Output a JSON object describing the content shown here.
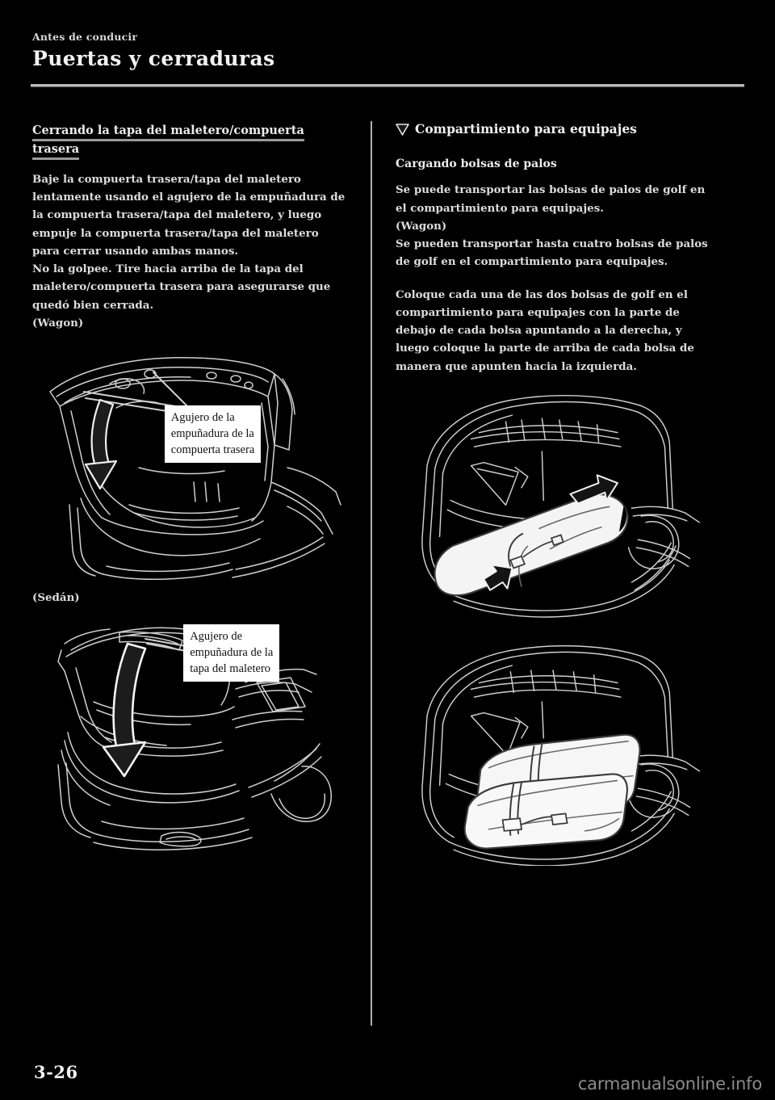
{
  "header": {
    "chapter_label": "Antes de conducir",
    "page_title": "Puertas y cerraduras"
  },
  "left_column": {
    "section_heading": "Cerrando la tapa del maletero/compuerta trasera",
    "body": "Baje la compuerta trasera/tapa del maletero lentamente usando el agujero de la empuñadura de la compuerta trasera/tapa del maletero, y luego empuje la compuerta trasera/tapa del maletero para cerrar usando ambas manos.\nNo la golpee. Tire hacia arriba de la tapa del maletero/compuerta trasera para asegurarse que quedó bien cerrada.",
    "variant_wagon": "(Wagon)",
    "figure_wagon": {
      "name": "wagon-tailgate-illustration",
      "callout": "Agujero de la\nempuñadura de la\ncompuerta trasera"
    },
    "variant_sedan": "(Sedán)",
    "figure_sedan": {
      "name": "sedan-trunk-illustration",
      "callout": "Agujero de\nempuñadura de la\ntapa del maletero"
    }
  },
  "right_column": {
    "section_heading": "Compartimiento para equipajes",
    "section_marker_icon": "triangle-down-icon",
    "sub_heading": "Cargando bolsas de palos",
    "body_1": "Se puede transportar las bolsas de palos de golf en el compartimiento para equipajes.",
    "variant_wagon": "(Wagon)",
    "body_2": "Se pueden transportar hasta cuatro bolsas de palos de golf en el compartimiento para equipajes.",
    "body_3": "Coloque cada una de las dos bolsas de golf en el compartimiento para equipajes con la parte de debajo de cada bolsa apuntando a la derecha, y luego coloque la parte de arriba de cada bolsa de manera que apunten hacia la izquierda.",
    "figure_one_bag": {
      "name": "cargo-one-golf-bag-illustration"
    },
    "figure_two_bags": {
      "name": "cargo-two-golf-bags-illustration"
    }
  },
  "footer": {
    "page_number": "3-26",
    "watermark": "carmanualsonline.info"
  },
  "colors": {
    "background": "#000000",
    "text": "#dcdcdc",
    "rule": "#b0b0b0",
    "callout_background": "#ffffff",
    "callout_text": "#111111",
    "watermark": "#8c8c8c"
  }
}
